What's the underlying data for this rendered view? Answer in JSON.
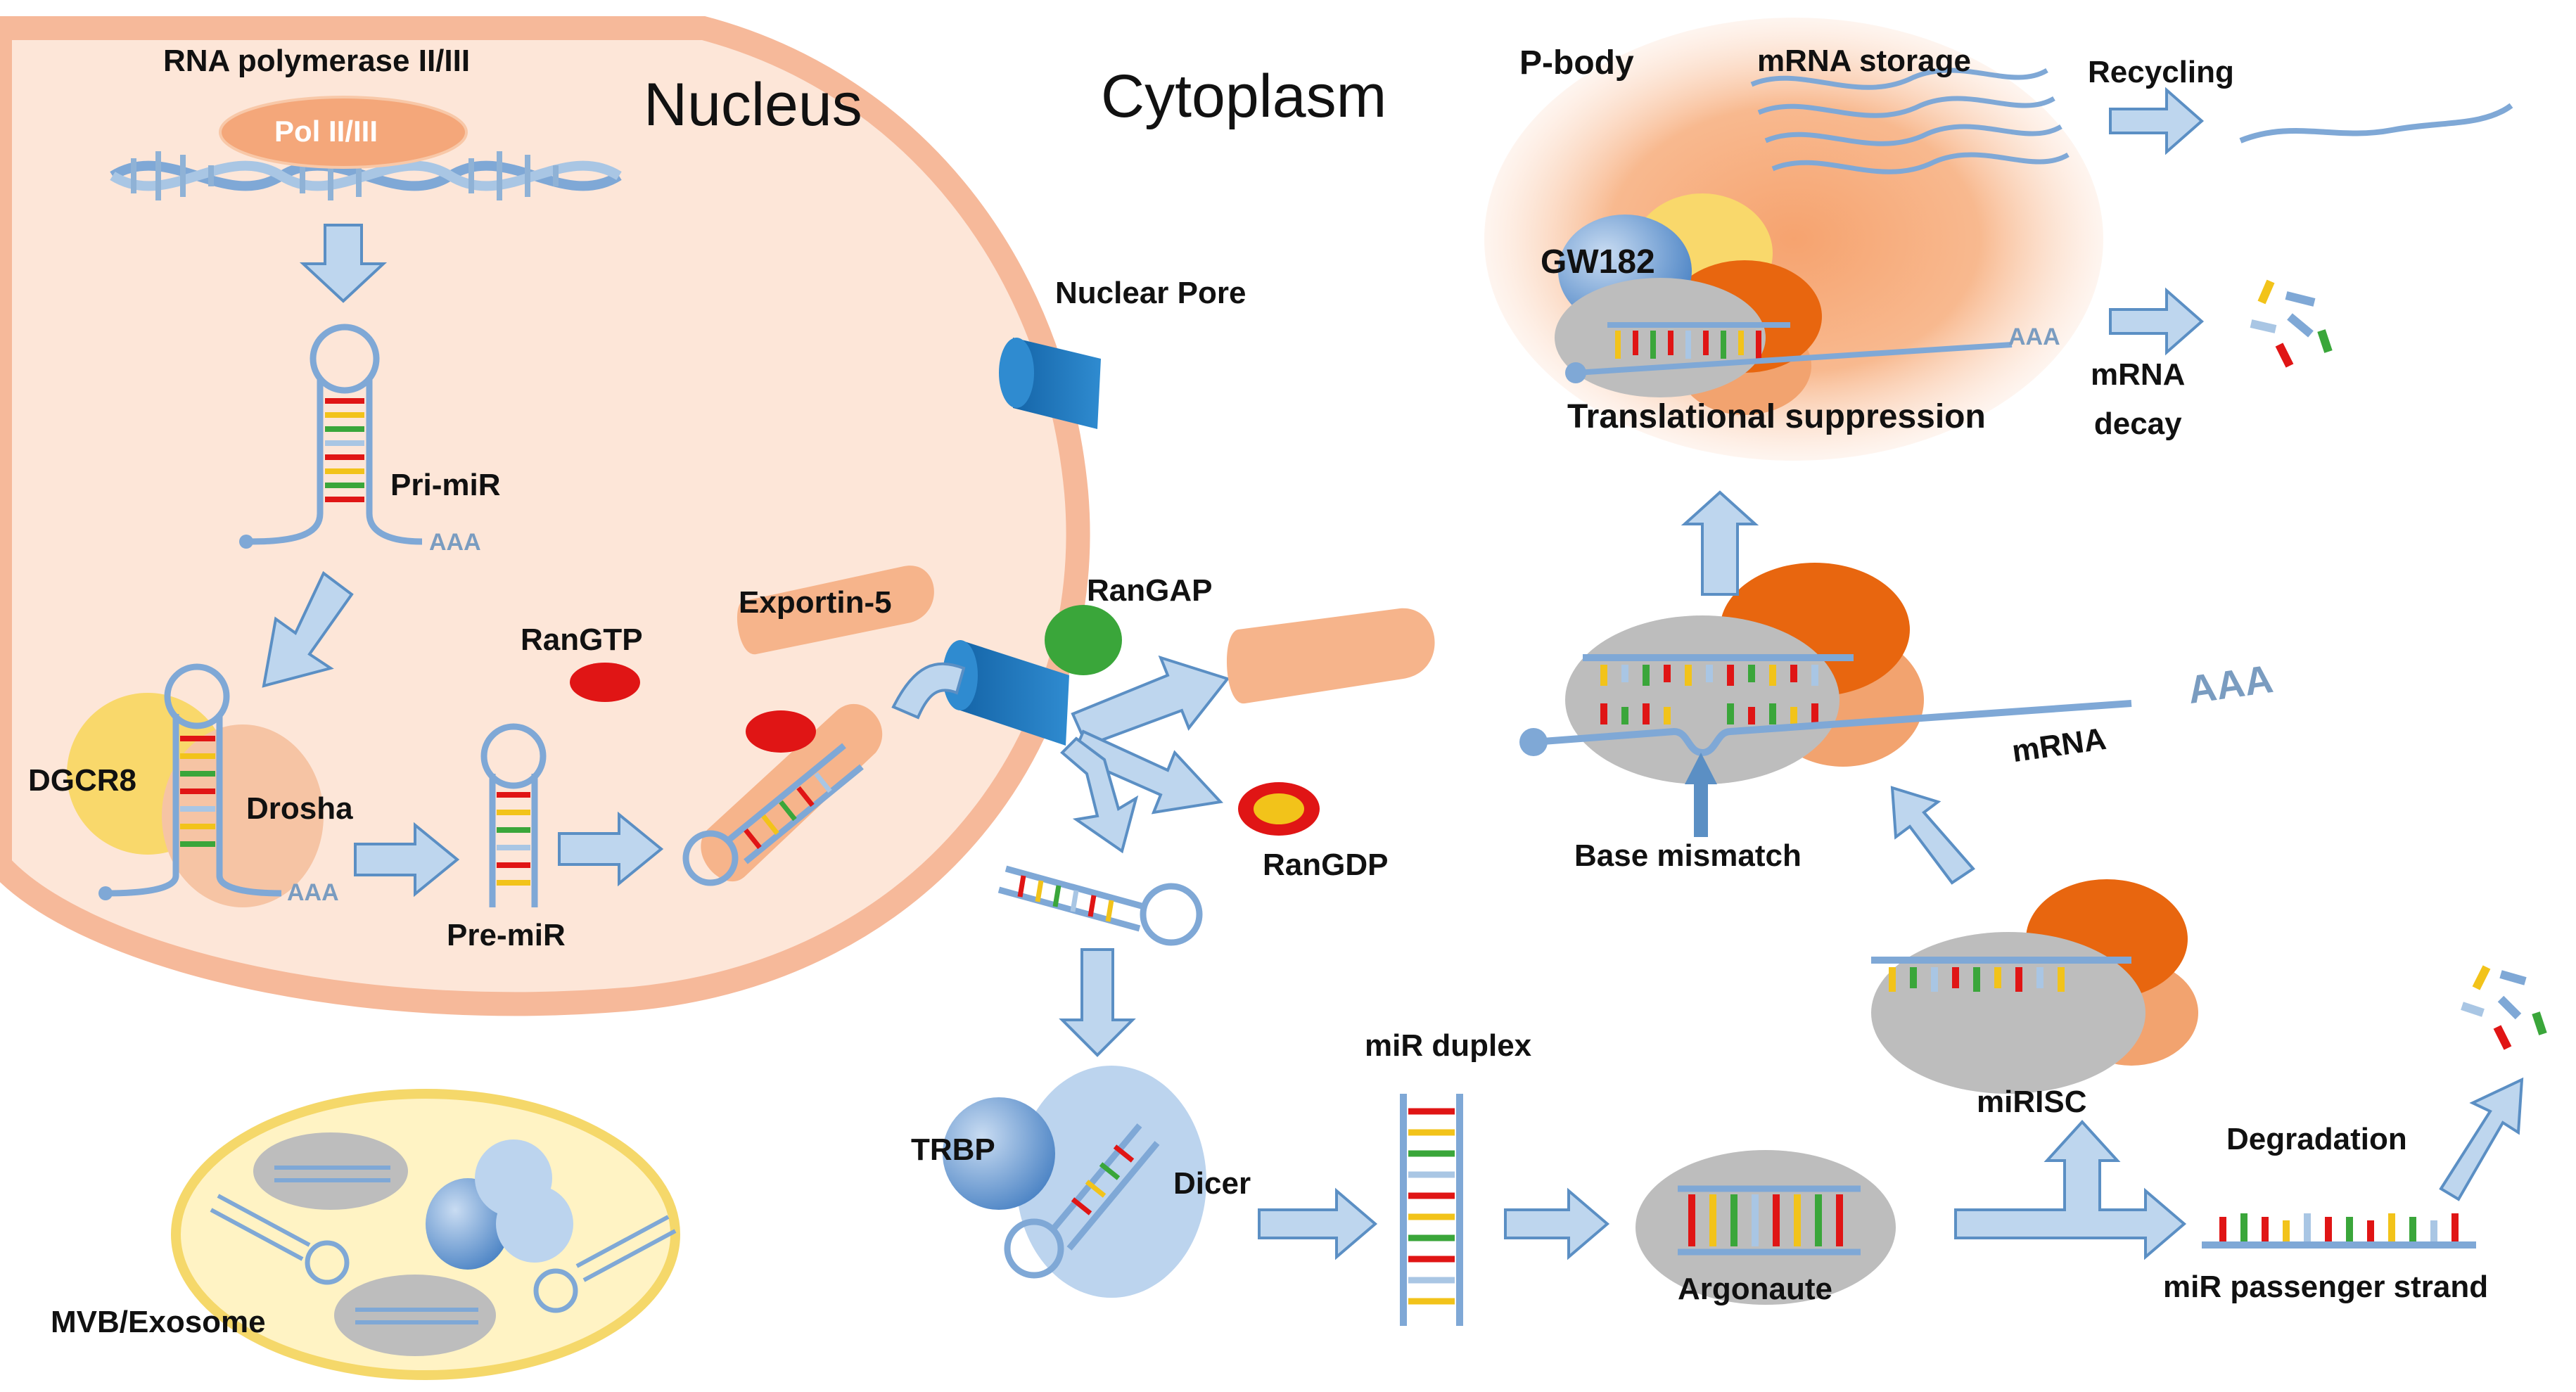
{
  "colors": {
    "nucleus_fill": "#fde6d8",
    "nucleus_border": "#f6b99a",
    "arrow_fill": "#bed6ee",
    "arrow_stroke": "#5b8fc4",
    "rna_strand": "#7fa8d6",
    "pore_blue": "#1d73b6",
    "argonaute_orange": "#e8660f",
    "complex_grey": "#bdbdbd",
    "exosome_yellow": "#fff3c4",
    "ran_red": "#e01515",
    "rangap_green": "#3aa63a"
  },
  "regions": {
    "nucleus": "Nucleus",
    "cytoplasm": "Cytoplasm"
  },
  "labels": {
    "rna_polymerase": "RNA polymerase II/III",
    "pol_complex": "Pol II/III",
    "pri_mir": "Pri-miR",
    "aaa": "AAA",
    "dgcr8": "DGCR8",
    "drosha": "Drosha",
    "pre_mir": "Pre-miR",
    "rangtp": "RanGTP",
    "exportin5": "Exportin-5",
    "nuclear_pore": "Nuclear Pore",
    "rangap": "RanGAP",
    "rangdp": "RanGDP",
    "trbp": "TRBP",
    "dicer": "Dicer",
    "mir_duplex": "miR duplex",
    "argonaute": "Argonaute",
    "mirisc": "miRISC",
    "degradation": "Degradation",
    "passenger_strand": "miR passenger strand",
    "base_mismatch": "Base mismatch",
    "mrna": "mRNA",
    "p_body": "P-body",
    "mrna_storage": "mRNA storage",
    "gw182": "GW182",
    "translational_suppression": "Translational suppression",
    "recycling": "Recycling",
    "mrna_decay_1": "mRNA",
    "mrna_decay_2": "decay",
    "mvb_exosome": "MVB/Exosome"
  },
  "icons": [
    "dna-helix-icon",
    "hairpin-rna-icon",
    "nuclear-pore-icon",
    "protein-blob-icon",
    "rna-fragments-icon"
  ]
}
